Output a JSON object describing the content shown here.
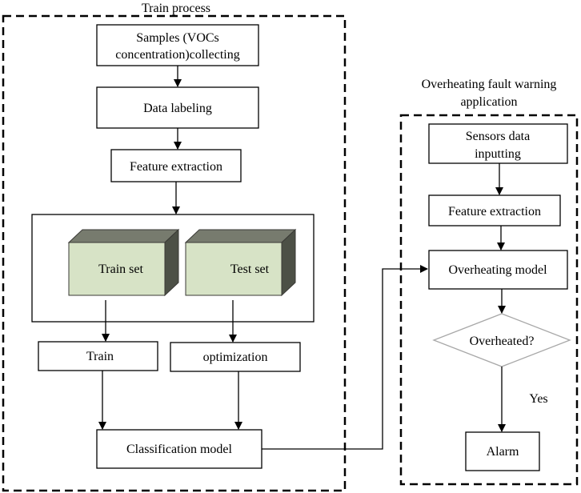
{
  "train_process": {
    "title": "Train process",
    "samples_line1": "Samples (VOCs",
    "samples_line2": "concentration)collecting",
    "data_labeling": "Data labeling",
    "feature_extraction": "Feature extraction",
    "train_set": "Train set",
    "test_set": "Test set",
    "train": "Train",
    "optimization": "optimization",
    "classification_model": "Classification model"
  },
  "application": {
    "title_line1": "Overheating fault warning",
    "title_line2": "application",
    "sensors_line1": "Sensors data",
    "sensors_line2": "inputting",
    "feature_extraction": "Feature extraction",
    "overheating_model": "Overheating model",
    "decision": "Overheated?",
    "yes_label": "Yes",
    "alarm": "Alarm"
  },
  "colors": {
    "box_front": "#d7e3c6",
    "box_top": "#777b6e",
    "box_side": "#4c5046",
    "line": "#000000"
  }
}
